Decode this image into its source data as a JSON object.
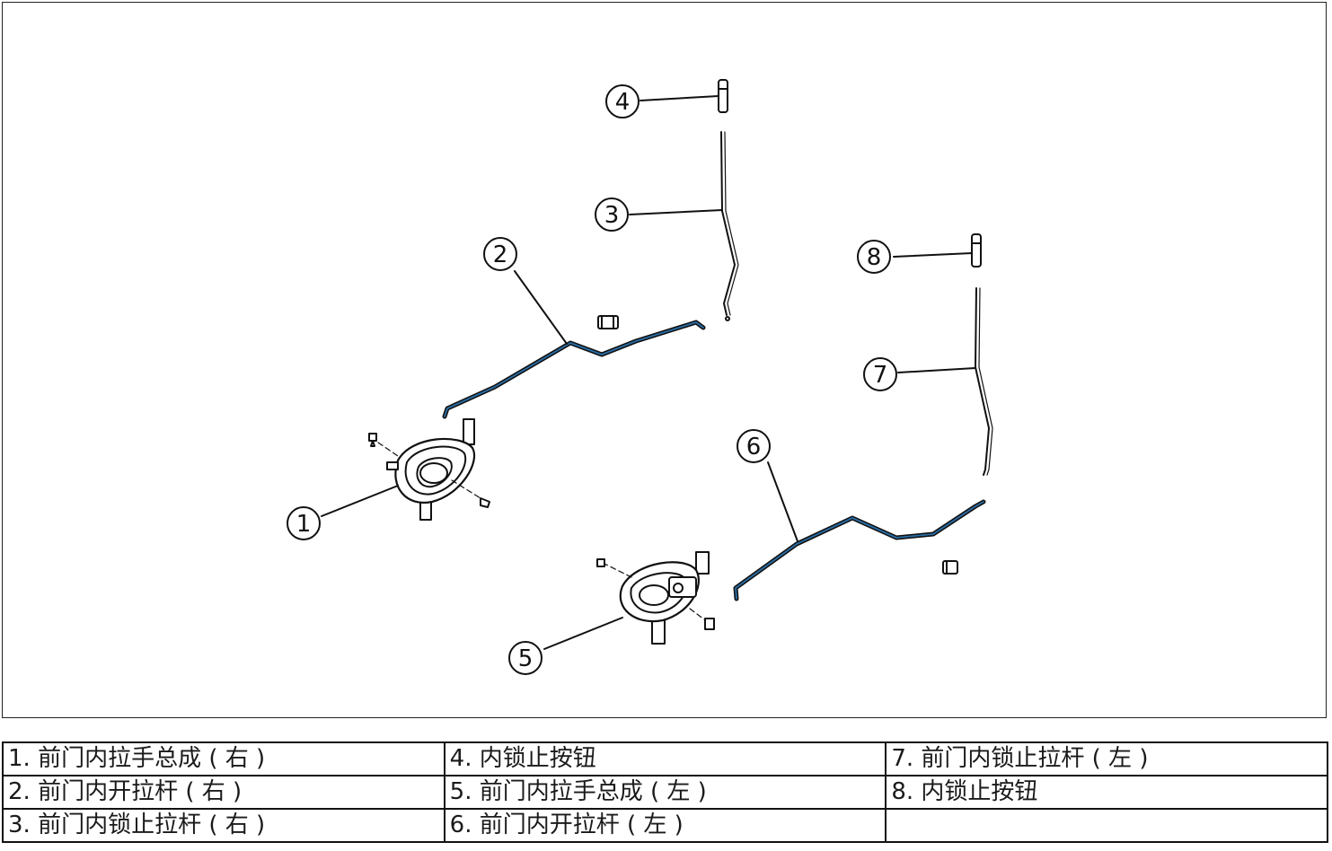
{
  "callouts": [
    "1",
    "2",
    "3",
    "4",
    "5",
    "6",
    "7",
    "8"
  ],
  "legend": {
    "rows": [
      [
        "1. 前门内拉手总成 ( 右 )",
        "4. 内锁止按钮",
        "7. 前门内锁止拉杆 ( 左 )"
      ],
      [
        "2. 前门内开拉杆 ( 右 )",
        "5. 前门内拉手总成 ( 左 )",
        "8. 内锁止按钮"
      ],
      [
        "3. 前门内锁止拉杆 ( 右 )",
        "6. 前门内开拉杆 ( 左 )",
        ""
      ]
    ]
  },
  "colors": {
    "line": "#111111",
    "rod_highlight": "#2a6fa8",
    "background": "#ffffff"
  }
}
